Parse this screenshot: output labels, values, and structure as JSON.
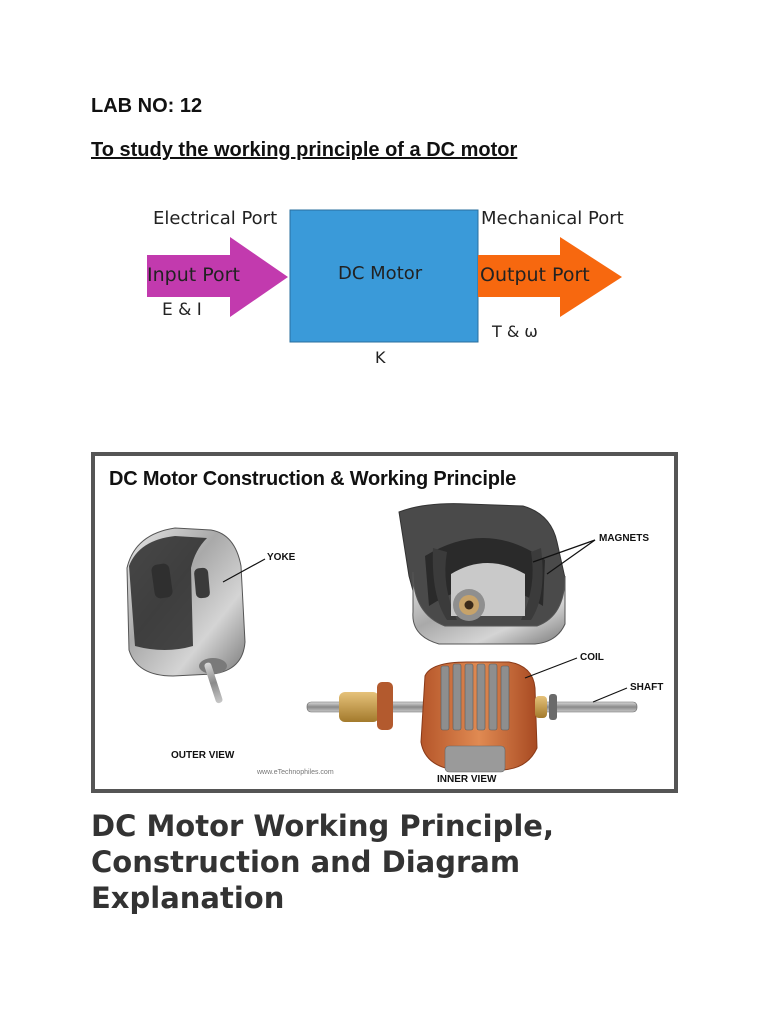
{
  "lab": {
    "number_label": "LAB NO: 12",
    "title": "To study the working principle of a DC motor"
  },
  "block_diagram": {
    "electrical_port": "Electrical Port",
    "mechanical_port": "Mechanical Port",
    "input_port": "Input Port",
    "output_port": "Output Port",
    "motor": "DC Motor",
    "input_quantities": "E & I",
    "output_quantities": "T & ω",
    "constant": "K",
    "colors": {
      "input_arrow": "#c23aae",
      "motor_box": "#3a9ad9",
      "output_arrow": "#f7680f"
    }
  },
  "figure": {
    "title": "DC Motor Construction & Working Principle",
    "labels": {
      "yoke": "YOKE",
      "magnets": "MAGNETS",
      "coil": "COIL",
      "shaft": "SHAFT",
      "outer_view": "OUTER VIEW",
      "inner_view": "INNER VIEW"
    },
    "credit": "www.eTechnophiles.com"
  },
  "heading": {
    "line1": "DC Motor Working Principle,",
    "line2": "Construction and Diagram",
    "line3": "Explanation"
  }
}
